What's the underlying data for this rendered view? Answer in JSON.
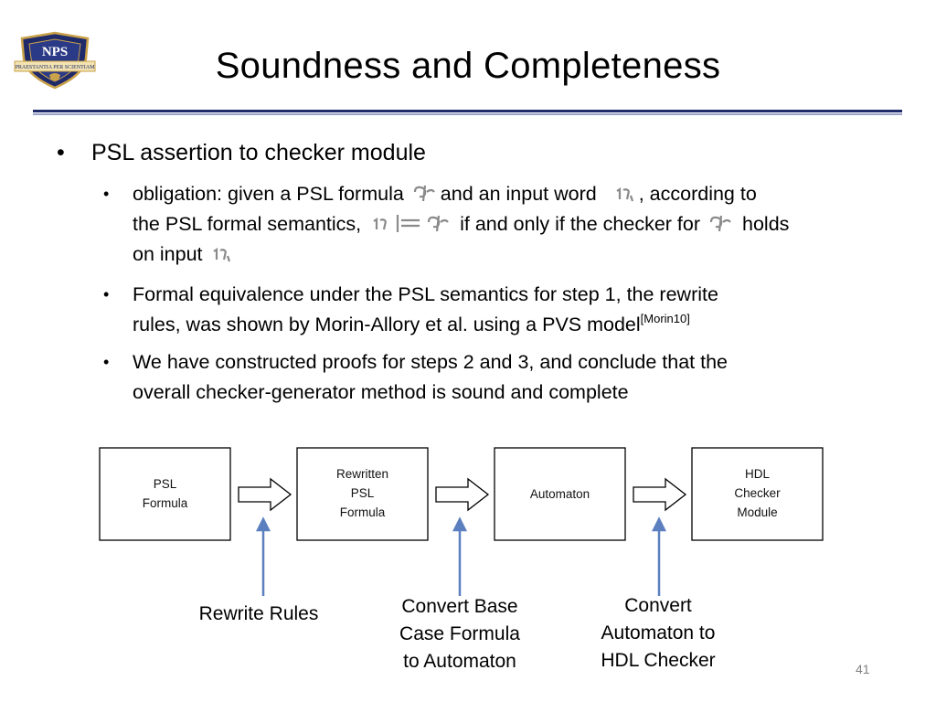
{
  "slide": {
    "title": "Soundness and Completeness",
    "page_number": "41",
    "logo_text": "NPS",
    "logo_motto": "PRAESTANTIA PER SCIENTIAM"
  },
  "bullets": {
    "main": "PSL assertion to checker module",
    "sub1": {
      "part1": "obligation: given a PSL formula",
      "part2": "and an input word",
      "part3": ", according to",
      "part4": "the PSL formal semantics,",
      "part5": "if and only if the checker for",
      "part6": "holds",
      "part7": "on input"
    },
    "sub2": {
      "line1": "Formal equivalence under the PSL semantics for step 1, the rewrite",
      "line2": "rules, was shown by Morin-Allory et al. using a PVS model",
      "citation": "[Morin10]"
    },
    "sub3": {
      "line1": "We have constructed proofs for steps 2 and 3, and conclude that the",
      "line2": "overall checker-generator method is sound and complete"
    }
  },
  "diagram": {
    "boxes": [
      {
        "lines": [
          "PSL",
          "Formula"
        ]
      },
      {
        "lines": [
          "Rewritten",
          "PSL",
          "Formula"
        ]
      },
      {
        "lines": [
          "Automaton"
        ]
      },
      {
        "lines": [
          "HDL",
          "Checker",
          "Module"
        ]
      }
    ],
    "steps": [
      {
        "lines": [
          "Rewrite Rules"
        ]
      },
      {
        "lines": [
          "Convert Base",
          "Case Formula",
          "to Automaton"
        ]
      },
      {
        "lines": [
          "Convert",
          "Automaton to",
          "HDL Checker"
        ]
      }
    ],
    "colors": {
      "box_border": "#000000",
      "up_arrow": "#5b7fbf",
      "title_rule": "#1f2a6b"
    }
  }
}
